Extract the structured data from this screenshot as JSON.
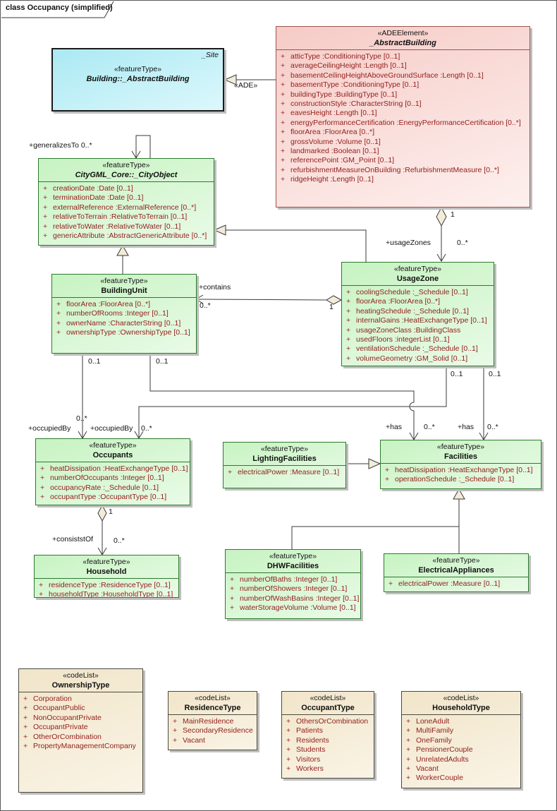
{
  "title": "class Occupancy (simplified)",
  "glyphs": {
    "plus": "+"
  },
  "colors": {
    "class_green": "#c7f3c2",
    "class_pink": "#f6cbc6",
    "class_cyan": "#abe9f3",
    "codelist_tan": "#f1e5c9",
    "attribute_text": "#94201e",
    "connector": "#3a3a3a"
  },
  "edge_labels": {
    "ade": "«ADE»",
    "generalizes_to": "+generalizesTo 0..*",
    "usage_zones": "+usageZones",
    "contains": "+contains",
    "occupied_by": "+occupiedBy",
    "has": "+has",
    "consists_of": "+consiststOf",
    "mult_zero_many": "0..*",
    "mult_zero_one": "0..1",
    "mult_one": "1"
  },
  "classes": {
    "building": {
      "stereotype": "«featureType»",
      "name": "Building::_AbstractBuilding",
      "corner": "_Site"
    },
    "abstractBuilding": {
      "stereotype": "«ADEElement»",
      "name": "_AbstractBuilding",
      "attrs": [
        "atticType :ConditioningType [0..1]",
        "averageCeilingHeight :Length [0..1]",
        "basementCeilingHeightAboveGroundSurface :Length [0..1]",
        "basementType :ConditioningType [0..1]",
        "buildingType :BuildingType [0..1]",
        "constructionStyle :CharacterString [0..1]",
        "eavesHeight :Length [0..1]",
        "energyPerformanceCertification :EnergyPerformanceCertification [0..*]",
        "floorArea :FloorArea [0..*]",
        "grossVolume :Volume [0..1]",
        "landmarked :Boolean [0..1]",
        "referencePoint :GM_Point [0..1]",
        "refurbishmentMeasureOnBuilding :RefurbishmentMeasure [0..*]",
        "ridgeHeight :Length [0..1]"
      ]
    },
    "cityObject": {
      "stereotype": "«featureType»",
      "name": "CityGML_Core::_CityObject",
      "attrs": [
        "creationDate :Date [0..1]",
        "terminationDate :Date [0..1]",
        "externalReference :ExternalReference [0..*]",
        "relativeToTerrain :RelativeToTerrain [0..1]",
        "relativeToWater :RelativeToWater [0..1]",
        "genericAttribute :AbstractGenericAttribute [0..*]"
      ]
    },
    "buildingUnit": {
      "stereotype": "«featureType»",
      "name": "BuildingUnit",
      "attrs": [
        "floorArea :FloorArea [0..*]",
        "numberOfRooms :Integer [0..1]",
        "ownerName :CharacterString [0..1]",
        "ownershipType :OwnershipType [0..1]"
      ]
    },
    "usageZone": {
      "stereotype": "«featureType»",
      "name": "UsageZone",
      "attrs": [
        "coolingSchedule :_Schedule [0..1]",
        "floorArea :FloorArea [0..*]",
        "heatingSchedule :_Schedule [0..1]",
        "internalGains :HeatExchangeType [0..1]",
        "usageZoneClass :BuildingClass",
        "usedFloors :integerList [0..1]",
        "ventilationSchedule :_Schedule [0..1]",
        "volumeGeometry :GM_Solid [0..1]"
      ]
    },
    "occupants": {
      "stereotype": "«featureType»",
      "name": "Occupants",
      "attrs": [
        "heatDissipation :HeatExchangeType [0..1]",
        "numberOfOccupants :Integer [0..1]",
        "occupancyRate :_Schedule [0..1]",
        "occupantType :OccupantType [0..1]"
      ]
    },
    "lightingFacilities": {
      "stereotype": "«featureType»",
      "name": "LightingFacilities",
      "attrs": [
        "electricalPower :Measure [0..1]"
      ]
    },
    "facilities": {
      "stereotype": "«featureType»",
      "name": "Facilities",
      "attrs": [
        "heatDissipation :HeatExchangeType [0..1]",
        "operationSchedule :_Schedule [0..1]"
      ]
    },
    "household": {
      "stereotype": "«featureType»",
      "name": "Household",
      "attrs": [
        "residenceType :ResidenceType [0..1]",
        "householdType :HouseholdType [0..1]"
      ]
    },
    "dhwFacilities": {
      "stereotype": "«featureType»",
      "name": "DHWFacilities",
      "attrs": [
        "numberOfBaths :Integer [0..1]",
        "numberOfShowers :Integer [0..1]",
        "numberOfWashBasins :Integer [0..1]",
        "waterStorageVolume :Volume [0..1]"
      ]
    },
    "electricalAppliances": {
      "stereotype": "«featureType»",
      "name": "ElectricalAppliances",
      "attrs": [
        "electricalPower :Measure [0..1]"
      ]
    },
    "ownershipType": {
      "stereotype": "«codeList»",
      "name": "OwnershipType",
      "items": [
        "Corporation",
        "OccupantPublic",
        "NonOccupantPrivate",
        "OccupantPrivate",
        "OtherOrCombination",
        "PropertyManagementCompany"
      ]
    },
    "residenceType": {
      "stereotype": "«codeList»",
      "name": "ResidenceType",
      "items": [
        "MainResidence",
        "SecondaryResidence",
        "Vacant"
      ]
    },
    "occupantType": {
      "stereotype": "«codeList»",
      "name": "OccupantType",
      "items": [
        "OthersOrCombination",
        "Patients",
        "Residents",
        "Students",
        "Visitors",
        "Workers"
      ]
    },
    "householdType": {
      "stereotype": "«codeList»",
      "name": "HouseholdType",
      "items": [
        "LoneAdult",
        "MultiFamily",
        "OneFamily",
        "PensionerCouple",
        "UnrelatedAdults",
        "Vacant",
        "WorkerCouple"
      ]
    }
  }
}
